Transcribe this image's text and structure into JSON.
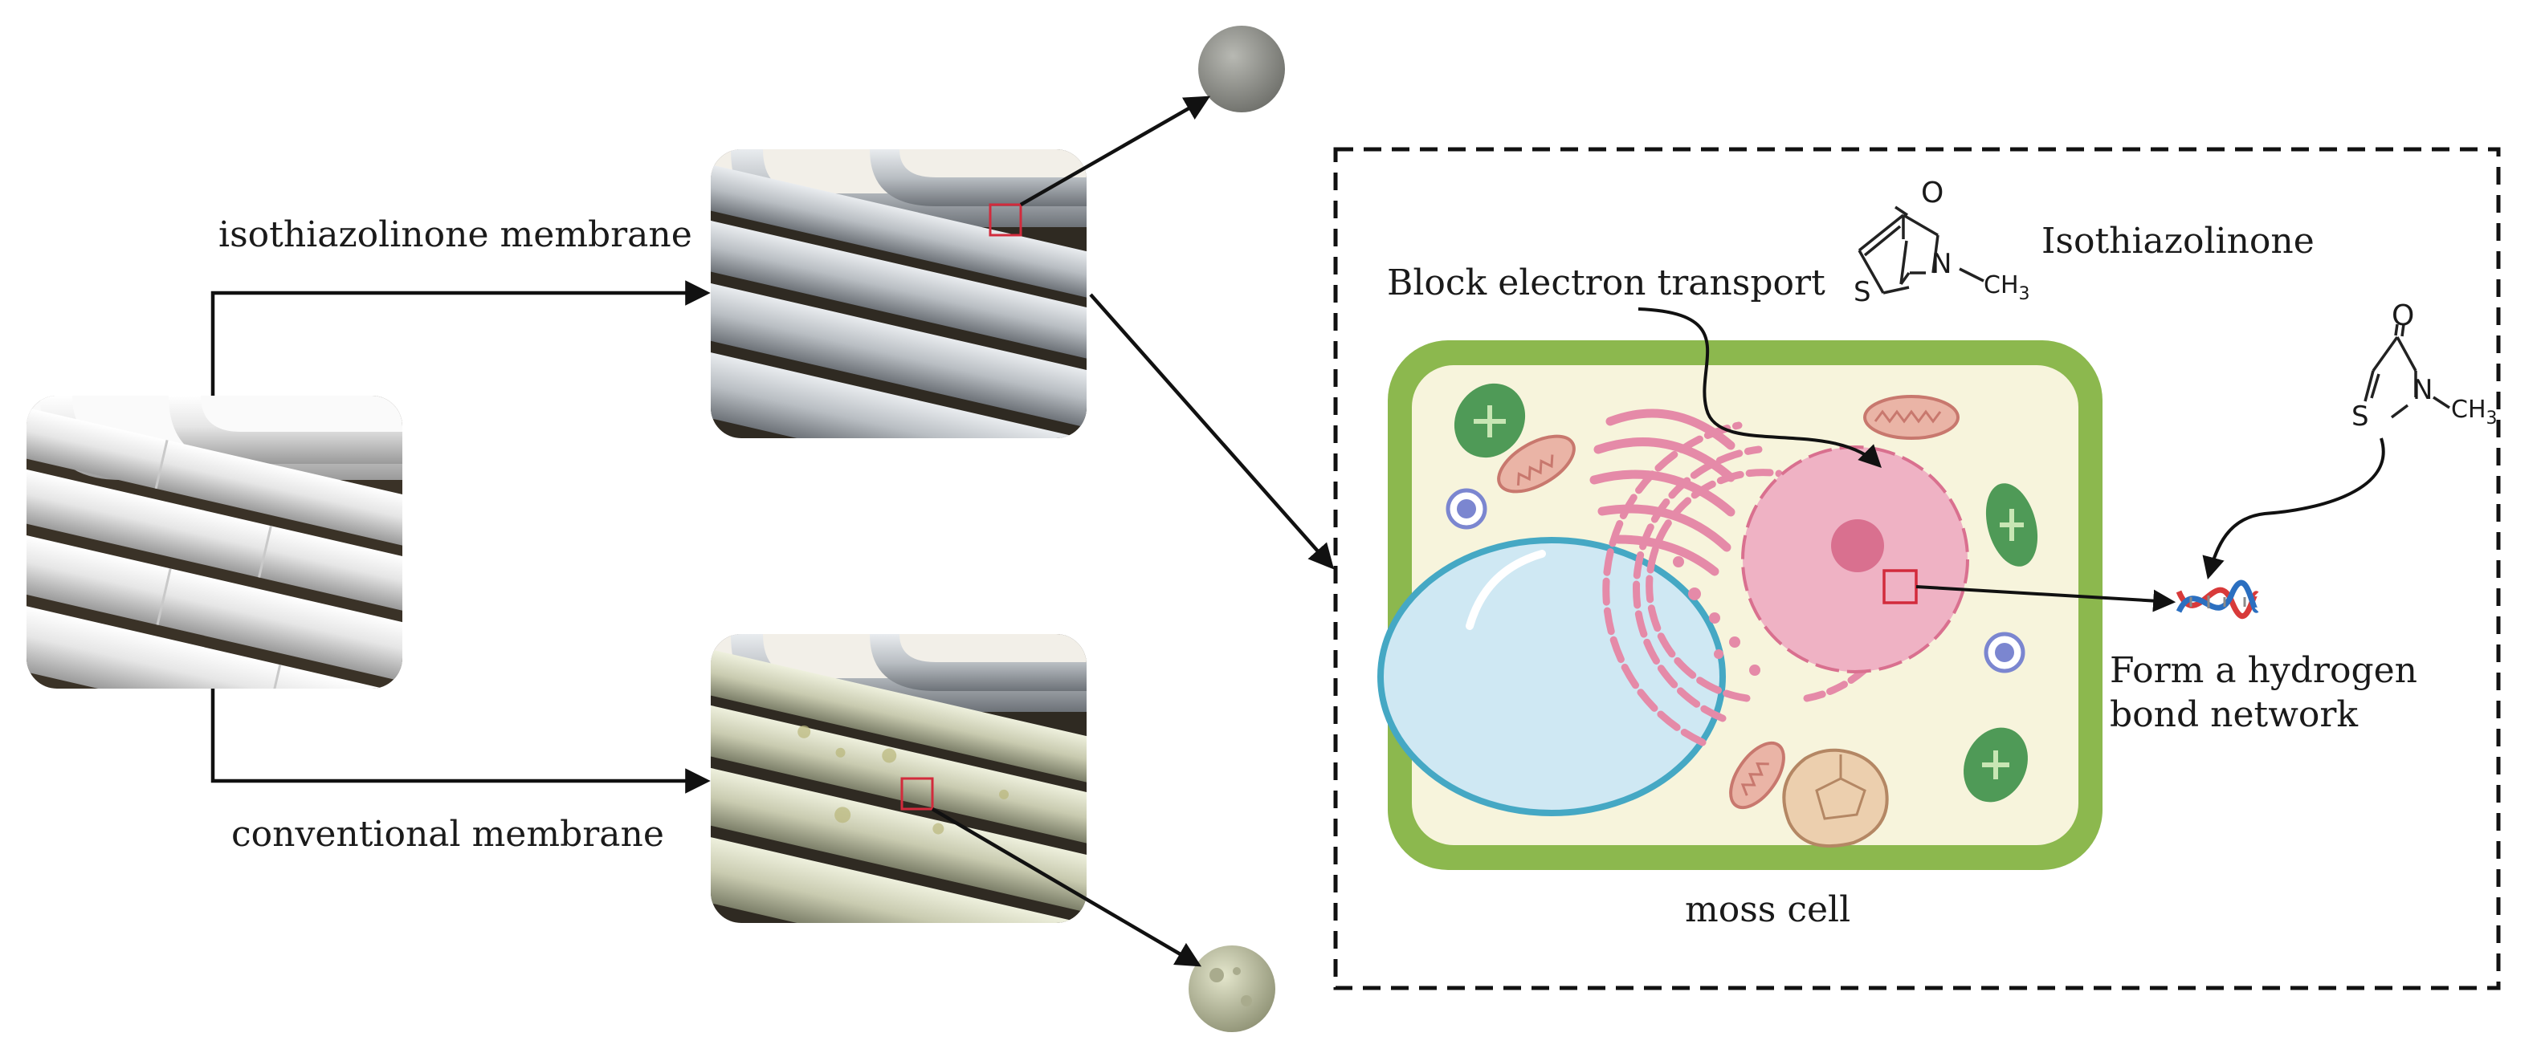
{
  "labels": {
    "isothiazolinone_membrane": "isothiazolinone membrane",
    "conventional_membrane": "conventional membrane",
    "block_electron_transport": "Block electron transport",
    "isothiazolinone": "Isothiazolinone",
    "form_hbond_line1": "Form a hydrogen",
    "form_hbond_line2": "bond network",
    "moss_cell": "moss cell"
  },
  "molecule": {
    "atom_o": "O",
    "atom_s": "S",
    "atom_n": "N",
    "methyl_ch": "CH",
    "methyl_sub": "3"
  },
  "colors": {
    "cell_wall": "#8cb84e",
    "cytoplasm": "#f7f4dc",
    "vacuole_fill": "#cfe8f3",
    "vacuole_stroke": "#45a8c4",
    "nucleus": "#efb2c4",
    "nucleolus": "#d9708f",
    "golgi": "#e58aa8",
    "chloroplast": "#4f9a57",
    "mitochondria": "#eab4a6",
    "highlight_box": "#d22b3c",
    "dna_red": "#d83a3a",
    "dna_blue": "#2b6fc0"
  }
}
